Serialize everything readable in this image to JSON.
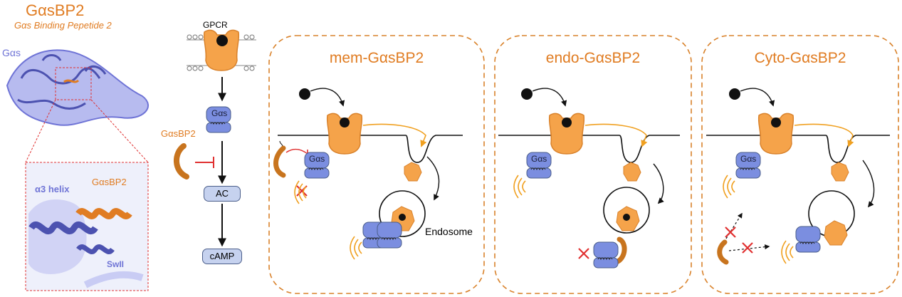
{
  "figure": {
    "title": "GαsBP2",
    "subtitle": "Gαs Binding Pepetide 2",
    "structure": {
      "protein_label": "Gαs",
      "inset_helix_label": "α3 helix",
      "inset_peptide_label": "GαsBP2",
      "inset_switch_label": "SwII"
    },
    "pathway": {
      "receptor_label": "GPCR",
      "g_protein_label": "Gαs",
      "peptide_label": "GαsBP2",
      "effector_label": "AC",
      "product_label": "cAMP"
    },
    "panels": [
      {
        "title": "mem-GαsBP2",
        "g_protein_label": "Gαs",
        "endosome_label": "Endosome"
      },
      {
        "title": "endo-GαsBP2",
        "g_protein_label": "Gαs"
      },
      {
        "title": "Cyto-GαsBP2",
        "g_protein_label": "Gαs"
      }
    ],
    "colors": {
      "accent_orange": "#e07c22",
      "receptor_orange": "#f5a34a",
      "g_protein_blue": "#7b8ee0",
      "inhibition_red": "#e03030",
      "ac_fill": "#c6d2ef"
    }
  }
}
